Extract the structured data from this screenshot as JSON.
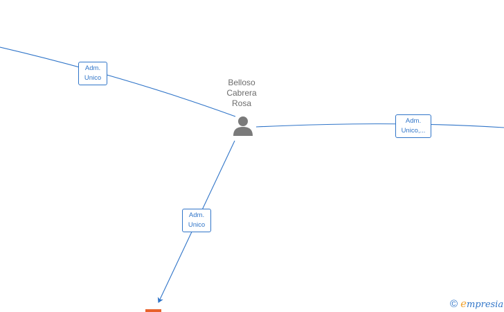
{
  "person": {
    "name_lines": [
      "Belloso",
      "Cabrera",
      "Rosa"
    ],
    "icon": "person-icon"
  },
  "edges": [
    {
      "label_lines": [
        "Adm.",
        "Unico"
      ]
    },
    {
      "label_lines": [
        "Adm.",
        "Unico,..."
      ]
    },
    {
      "label_lines": [
        "Adm.",
        "Unico"
      ]
    }
  ],
  "brand": {
    "copyright_symbol": "©",
    "logo_letter": "e",
    "logo_text": "mpresia"
  },
  "colors": {
    "edge": "#2f74c8",
    "person_icon": "#7a7a7a",
    "company_marker": "#e8622c",
    "brand_accent": "#f0a22e"
  }
}
